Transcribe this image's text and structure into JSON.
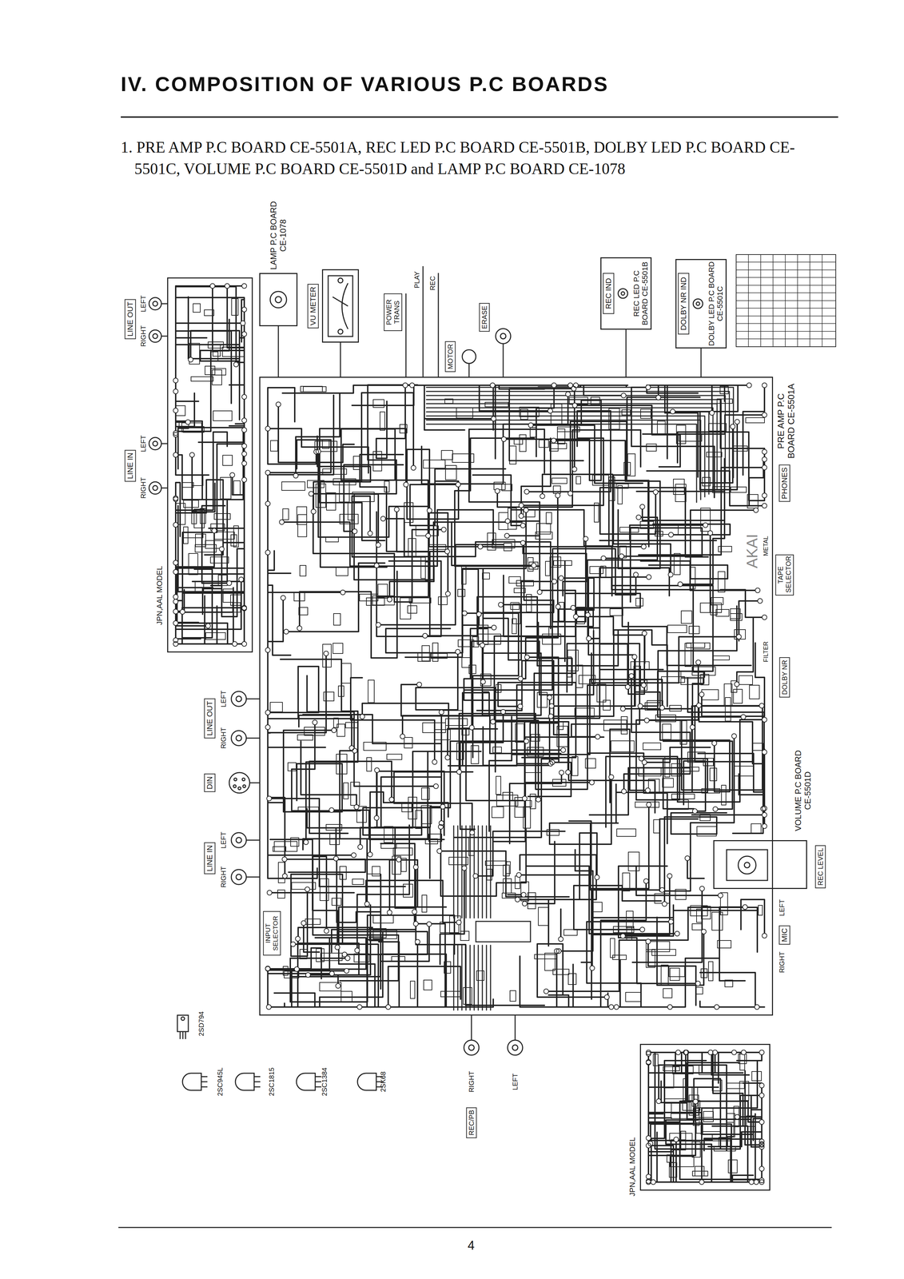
{
  "diagram": {
    "title": "IV. COMPOSITION OF VARIOUS P.C BOARDS",
    "nodes": [
      {
        "text": [
          "PRE AMP P.C BOARD CE-5501A"
        ]
      },
      {
        "text": [
          "LAMP P.C BOARD CE-1078"
        ]
      },
      {
        "text": [
          "VU METER"
        ]
      },
      {
        "text": [
          "REC IND",
          "REC LED P.C BOARD CE-5501B"
        ]
      },
      {
        "text": [
          "DOLBY NR IND",
          "DOLBY LED P.C BOARD CE-5501C"
        ]
      },
      {
        "text": [
          "VOLUME P.C BOARD CE-5501D"
        ]
      },
      {
        "text": [
          "JPN,AAL MODEL"
        ]
      },
      {
        "text": [
          "JPN,AAL MODEL"
        ]
      }
    ],
    "edges": [
      {
        "from": 1,
        "to": 0,
        "arrow": "none"
      },
      {
        "from": 2,
        "to": 0,
        "arrow": "none"
      },
      {
        "from": 3,
        "to": 0,
        "arrow": "none"
      },
      {
        "from": 4,
        "to": 0,
        "arrow": "none"
      }
    ],
    "labels": [
      "1. PRE AMP P.C BOARD CE-5501A, REC LED P.C BOARD CE-5501B, DOLBY LED P.C BOARD CE-5501C, VOLUME P.C BOARD CE-5501D and LAMP P.C BOARD CE-1078",
      "LINE OUT",
      "LEFT",
      "RIGHT",
      "LINE IN",
      "LEFT",
      "RIGHT",
      "LINE OUT",
      "LEFT",
      "RIGHT",
      "DIN",
      "LINE IN",
      "LEFT",
      "RIGHT",
      "INPUT SELECTOR",
      "PHONES",
      "TAPE SELECTOR",
      "METAL",
      "FILTER",
      "DOLBY NR",
      "REC LEVEL",
      "MIC",
      "LEFT",
      "RIGHT",
      "POWER TRANS",
      "PLAY",
      "REC",
      "MOTOR",
      "ERASE",
      "AKAI",
      "2SD794",
      "2SC945L",
      "2SC1815",
      "2SC1384",
      "2SK68",
      "RIGHT",
      "LEFT",
      "REC/PB",
      "4"
    ]
  }
}
